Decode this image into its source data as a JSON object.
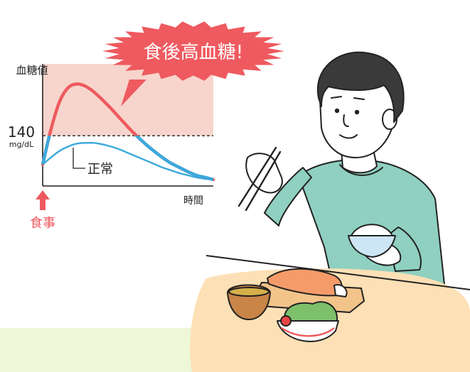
{
  "chart_data": {
    "type": "line",
    "ylabel": "血糖値",
    "xlabel": "時間",
    "threshold": {
      "value": 140,
      "label": "140",
      "unit": "mg/dL"
    },
    "xlim": [
      0,
      10
    ],
    "ylim": [
      70,
      240
    ],
    "series": [
      {
        "name": "食後高血糖!",
        "color": "#ee5a5f",
        "x": [
          0,
          0.5,
          1,
          1.5,
          2,
          2.5,
          3,
          3.5,
          4,
          4.5,
          5,
          5.5,
          6,
          6.5,
          7,
          7.5,
          8,
          8.5,
          9,
          9.5,
          10
        ],
        "y": [
          100,
          150,
          188,
          207,
          212,
          209,
          201,
          190,
          178,
          165,
          152,
          140,
          129,
          119,
          110,
          102,
          96,
          90,
          85,
          82,
          79
        ]
      },
      {
        "name": "正常",
        "color": "#3ba9dc",
        "x": [
          0,
          0.5,
          1,
          1.5,
          2,
          2.5,
          3,
          3.5,
          4,
          4.5,
          5,
          5.5,
          6,
          6.5,
          7,
          7.5,
          8,
          8.5,
          9,
          9.5,
          10
        ],
        "y": [
          100,
          110,
          119,
          125,
          129,
          130,
          130,
          128,
          125,
          121,
          116,
          111,
          106,
          101,
          96,
          92,
          88,
          85,
          82,
          80,
          79
        ]
      }
    ],
    "highlight_color": "#f7d5cc",
    "meal_label": "食事",
    "meal_color": "#ee5a5f"
  },
  "palette": {
    "shirt": "#8fd0c0",
    "hair": "#3a3a3a",
    "table": "#fde0b5",
    "tray": "#f2c48a",
    "footer": "#eef7d8"
  }
}
